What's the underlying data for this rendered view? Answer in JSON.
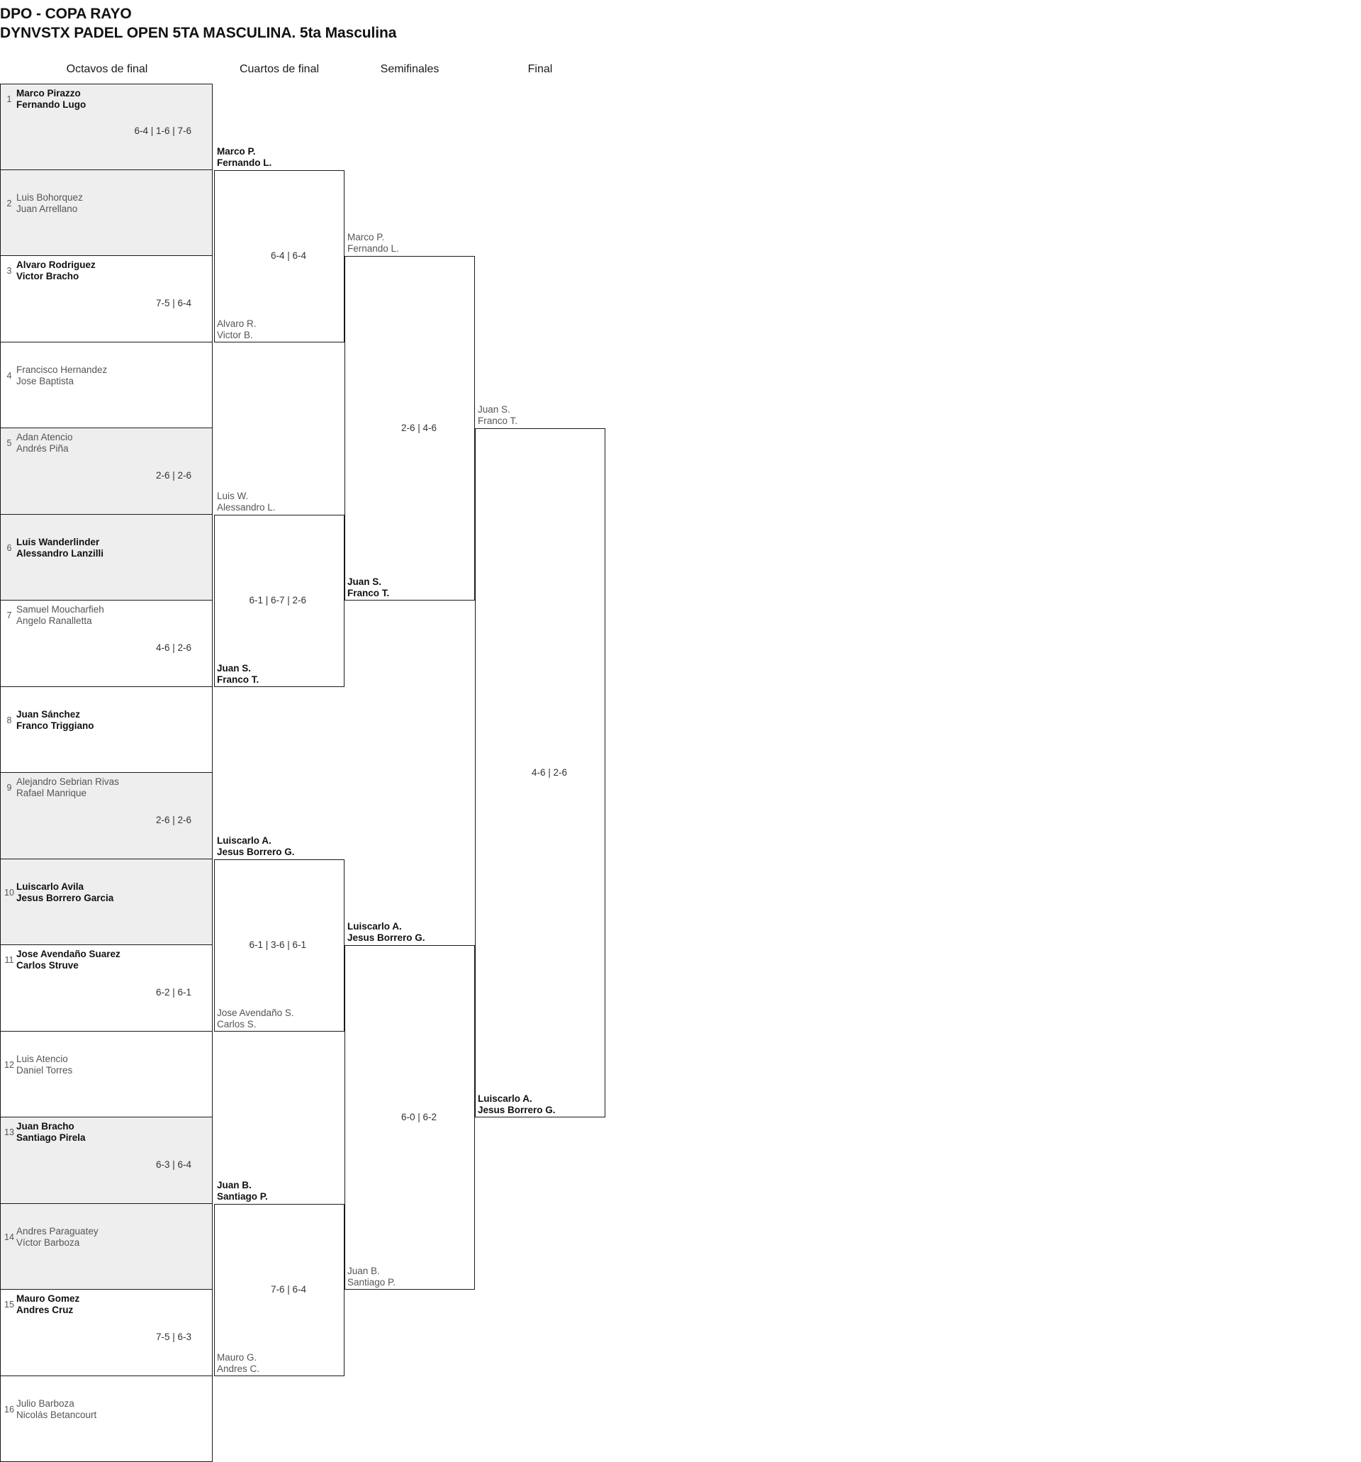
{
  "header": {
    "title_line_1": "DPO - COPA RAYO",
    "title_line_2": "DYNVSTX PADEL OPEN 5TA MASCULINA. 5ta Masculina"
  },
  "rounds": [
    {
      "label": "Octavos de final"
    },
    {
      "label": "Cuartos de final"
    },
    {
      "label": "Semifinales"
    },
    {
      "label": "Final"
    }
  ],
  "round1": {
    "matches": [
      {
        "score": "6-4 | 1-6 | 7-6",
        "top": {
          "seed": "1",
          "line1": "Marco Pirazzo",
          "line2": "Fernando Lugo",
          "result": "winner"
        },
        "bottom": {
          "seed": "2",
          "line1": "Luis Bohorquez",
          "line2": "Juan Arrellano",
          "result": "loser"
        }
      },
      {
        "score": "7-5 | 6-4",
        "top": {
          "seed": "3",
          "line1": "Alvaro Rodriguez",
          "line2": "Victor Bracho",
          "result": "winner"
        },
        "bottom": {
          "seed": "4",
          "line1": "Francisco Hernandez",
          "line2": "Jose Baptista",
          "result": "loser"
        }
      },
      {
        "score": "2-6 | 2-6",
        "top": {
          "seed": "5",
          "line1": "Adan Atencio",
          "line2": "Andrés Piña",
          "result": "loser"
        },
        "bottom": {
          "seed": "6",
          "line1": "Luis Wanderlinder",
          "line2": "Alessandro Lanzilli",
          "result": "winner"
        }
      },
      {
        "score": "4-6 | 2-6",
        "top": {
          "seed": "7",
          "line1": "Samuel Moucharfieh",
          "line2": "Angelo Ranalletta",
          "result": "loser"
        },
        "bottom": {
          "seed": "8",
          "line1": "Juan Sánchez",
          "line2": "Franco Triggiano",
          "result": "winner"
        }
      },
      {
        "score": "2-6 | 2-6",
        "top": {
          "seed": "9",
          "line1": "Alejandro Sebrian Rivas",
          "line2": "Rafael Manrique",
          "result": "loser"
        },
        "bottom": {
          "seed": "10",
          "line1": "Luiscarlo Avila",
          "line2": "Jesus Borrero Garcia",
          "result": "winner"
        }
      },
      {
        "score": "6-2 | 6-1",
        "top": {
          "seed": "11",
          "line1": "Jose Avendaño Suarez",
          "line2": "Carlos Struve",
          "result": "winner"
        },
        "bottom": {
          "seed": "12",
          "line1": "Luis Atencio",
          "line2": "Daniel Torres",
          "result": "loser"
        }
      },
      {
        "score": "6-3 | 6-4",
        "top": {
          "seed": "13",
          "line1": "Juan Bracho",
          "line2": "Santiago Pirela",
          "result": "winner"
        },
        "bottom": {
          "seed": "14",
          "line1": "Andres Paraguatey",
          "line2": "Víctor Barboza",
          "result": "loser"
        }
      },
      {
        "score": "7-5 | 6-3",
        "top": {
          "seed": "15",
          "line1": "Mauro Gomez",
          "line2": "Andres Cruz",
          "result": "winner"
        },
        "bottom": {
          "seed": "16",
          "line1": "Julio Barboza",
          "line2": "Nicolás Betancourt",
          "result": "loser"
        }
      }
    ]
  },
  "round2": {
    "matches": [
      {
        "score": "6-4 | 6-4",
        "top": {
          "line1": "Marco P.",
          "line2": "Fernando L.",
          "result": "winner"
        },
        "bottom": {
          "line1": "Alvaro R.",
          "line2": "Victor B.",
          "result": "loser"
        }
      },
      {
        "score": "6-1 | 6-7 | 2-6",
        "top": {
          "line1": "Luis W.",
          "line2": "Alessandro L.",
          "result": "loser"
        },
        "bottom": {
          "line1": "Juan S.",
          "line2": "Franco T.",
          "result": "winner"
        }
      },
      {
        "score": "6-1 | 3-6 | 6-1",
        "top": {
          "line1": "Luiscarlo A.",
          "line2": "Jesus Borrero G.",
          "result": "winner"
        },
        "bottom": {
          "line1": "Jose Avendaño S.",
          "line2": "Carlos S.",
          "result": "loser"
        }
      },
      {
        "score": "7-6 | 6-4",
        "top": {
          "line1": "Juan B.",
          "line2": "Santiago P.",
          "result": "winner"
        },
        "bottom": {
          "line1": "Mauro G.",
          "line2": "Andres C.",
          "result": "loser"
        }
      }
    ]
  },
  "round3": {
    "matches": [
      {
        "score": "2-6 | 4-6",
        "top": {
          "line1": "Marco P.",
          "line2": "Fernando L.",
          "result": "loser"
        },
        "bottom": {
          "line1": "Juan S.",
          "line2": "Franco T.",
          "result": "winner"
        }
      },
      {
        "score": "6-0 | 6-2",
        "top": {
          "line1": "Luiscarlo A.",
          "line2": "Jesus Borrero G.",
          "result": "winner"
        },
        "bottom": {
          "line1": "Juan B.",
          "line2": "Santiago P.",
          "result": "loser"
        }
      }
    ]
  },
  "round4": {
    "matches": [
      {
        "score": "4-6 | 2-6",
        "top": {
          "line1": "Juan S.",
          "line2": "Franco T.",
          "result": "loser"
        },
        "bottom": {
          "line1": "Luiscarlo A.",
          "line2": "Jesus Borrero G.",
          "result": "winner"
        }
      }
    ]
  }
}
